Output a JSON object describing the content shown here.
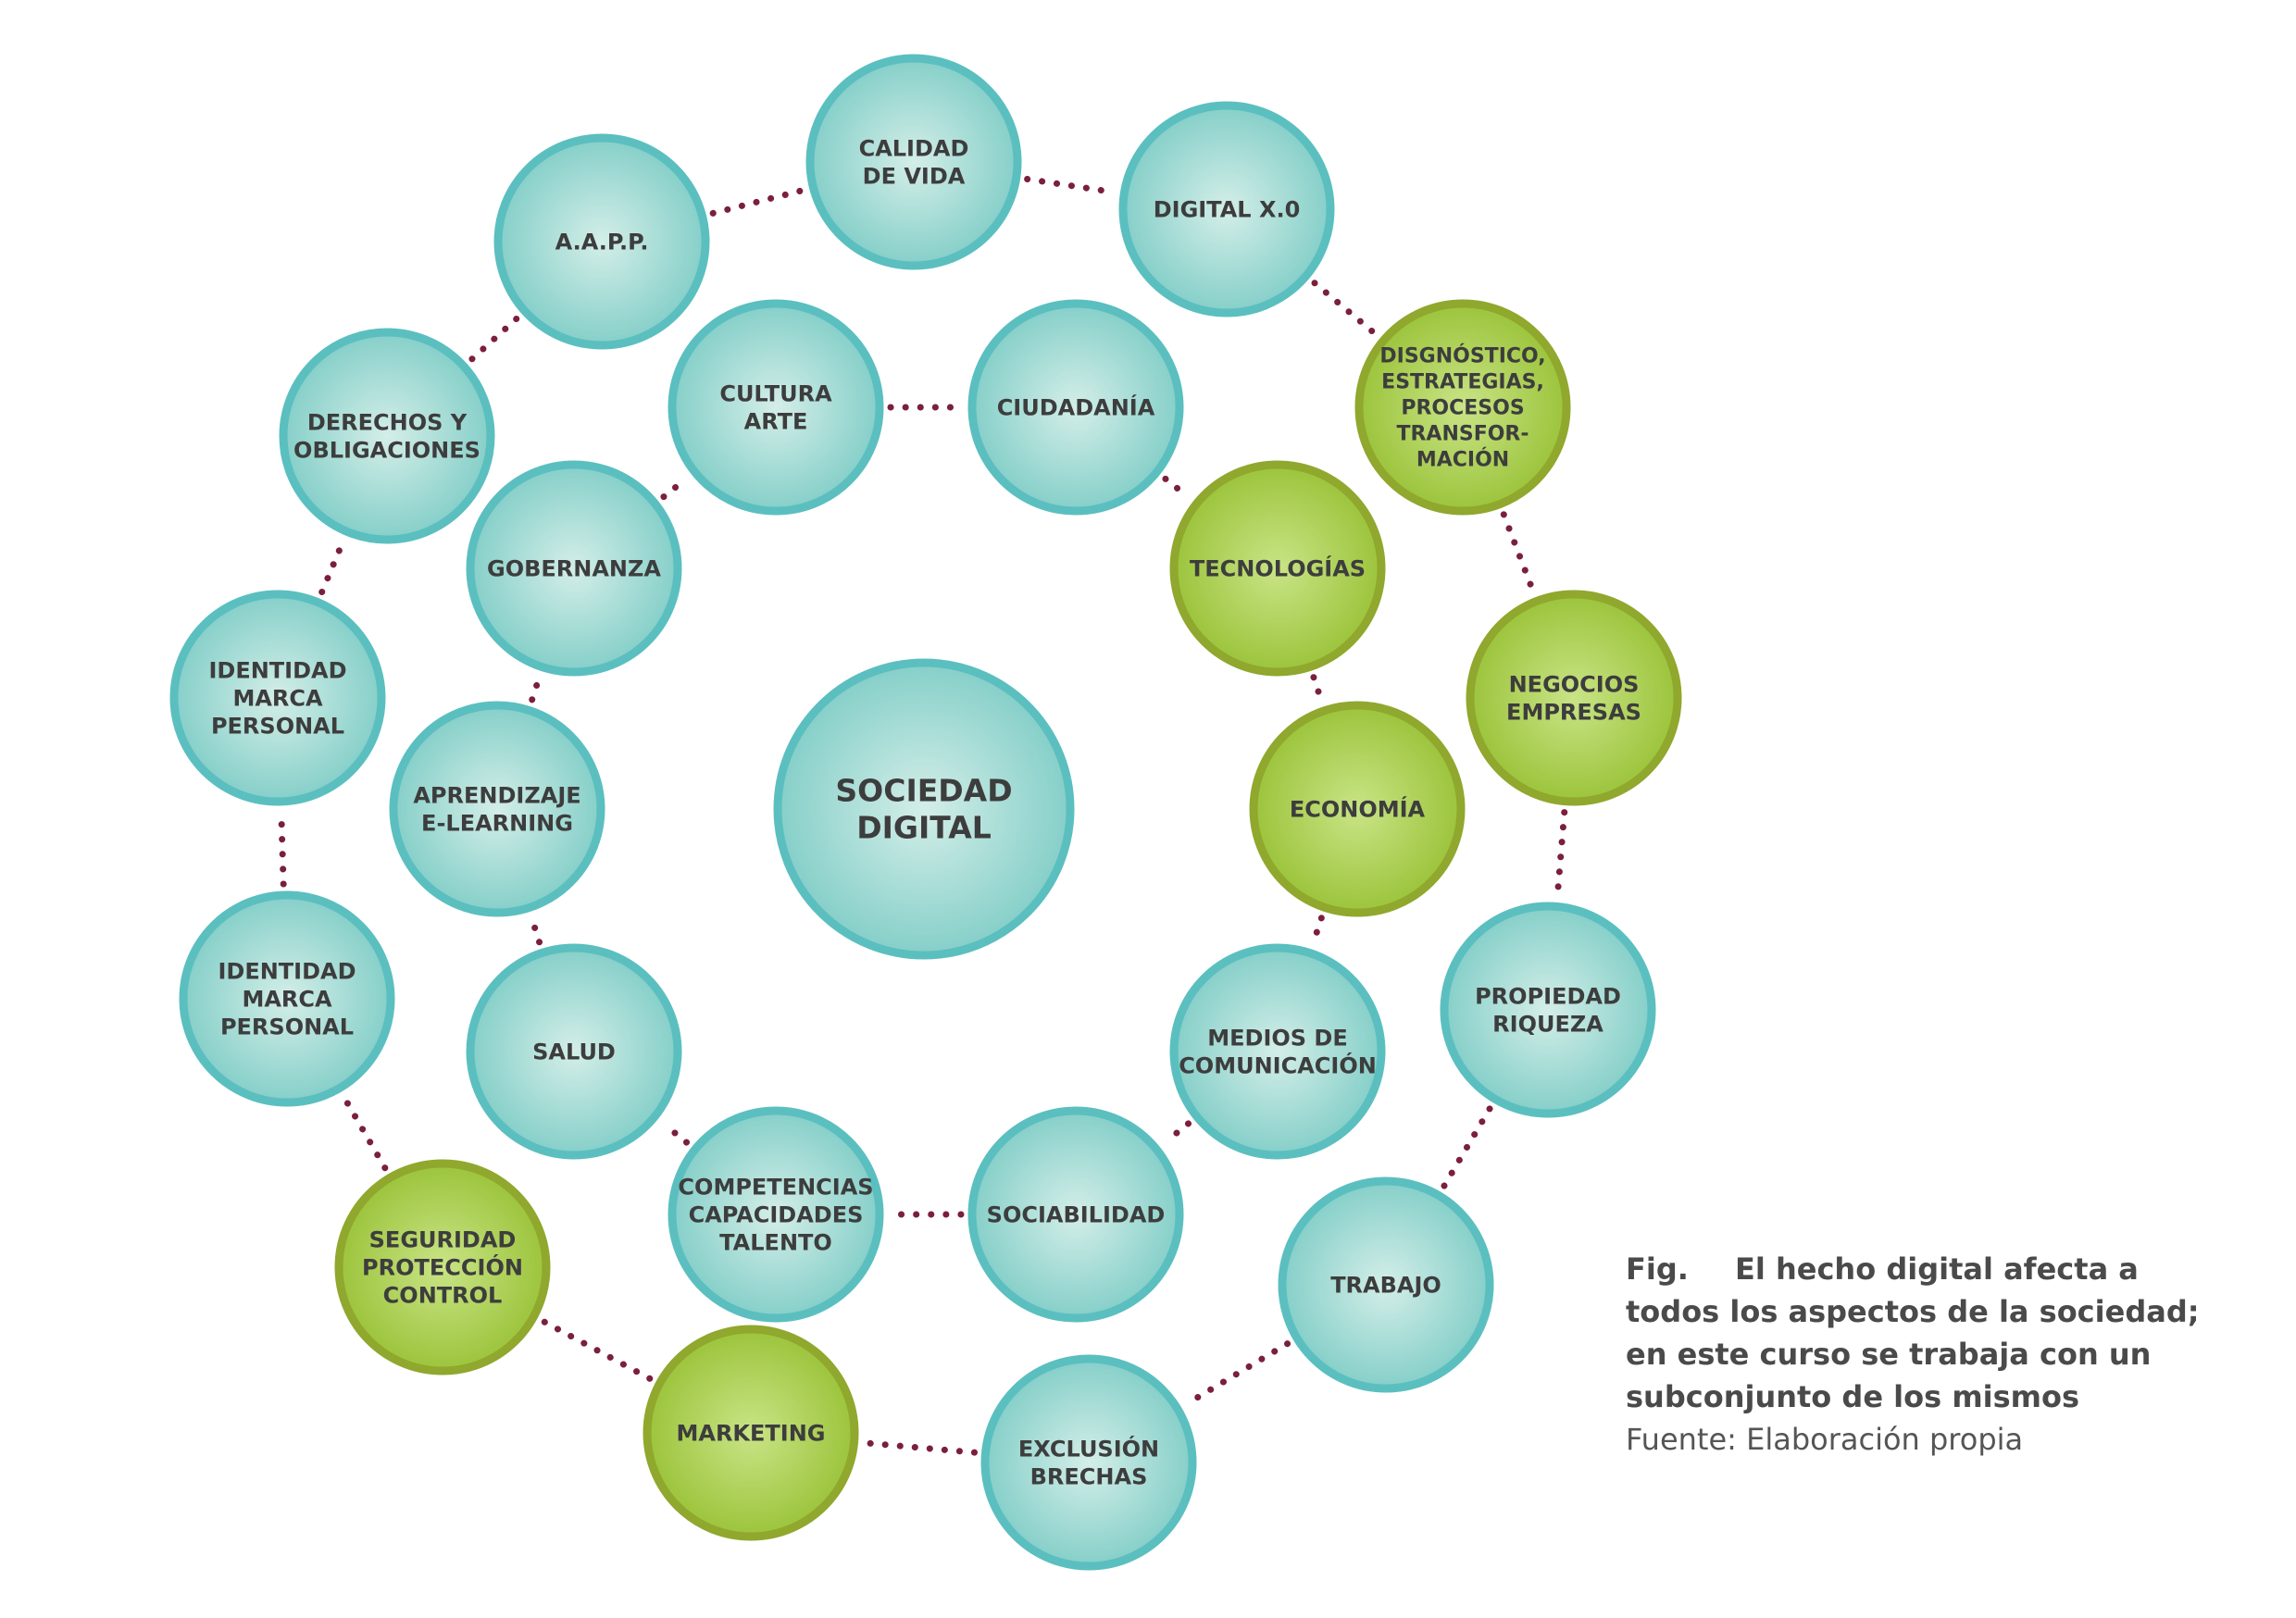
{
  "colors": {
    "teal_fill_center": "#d4eee8",
    "teal_fill_edge": "#86cfc9",
    "teal_border": "#5bbfbf",
    "green_fill_center": "#c9e486",
    "green_fill_edge": "#9cc43c",
    "green_border": "#8fa82d",
    "connector": "#7a1f3d",
    "label": "#3d3d3d"
  },
  "center": {
    "id": "center",
    "lines": [
      "SOCIEDAD",
      "DIGITAL"
    ],
    "variant": "teal"
  },
  "inner_ring": [
    {
      "id": "cultura",
      "lines": [
        "CULTURA",
        "ARTE"
      ],
      "variant": "teal"
    },
    {
      "id": "ciudadania",
      "lines": [
        "CIUDADANÍA"
      ],
      "variant": "teal"
    },
    {
      "id": "tecnologias",
      "lines": [
        "TECNOLOGÍAS"
      ],
      "variant": "green"
    },
    {
      "id": "economia",
      "lines": [
        "ECONOMÍA"
      ],
      "variant": "green"
    },
    {
      "id": "medios",
      "lines": [
        "MEDIOS DE",
        "COMUNICACIÓN"
      ],
      "variant": "teal"
    },
    {
      "id": "sociabilidad",
      "lines": [
        "SOCIABILIDAD"
      ],
      "variant": "teal"
    },
    {
      "id": "competencias",
      "lines": [
        "COMPETENCIAS",
        "CAPACIDADES",
        "TALENTO"
      ],
      "variant": "teal"
    },
    {
      "id": "salud",
      "lines": [
        "SALUD"
      ],
      "variant": "teal"
    },
    {
      "id": "aprendizaje",
      "lines": [
        "APRENDIZAJE",
        "E-LEARNING"
      ],
      "variant": "teal"
    },
    {
      "id": "gobernanza",
      "lines": [
        "GOBERNANZA"
      ],
      "variant": "teal"
    }
  ],
  "outer_ring": [
    {
      "id": "calidad",
      "lines": [
        "CALIDAD",
        "DE VIDA"
      ],
      "variant": "teal"
    },
    {
      "id": "digital-x0",
      "lines": [
        "DIGITAL X.0"
      ],
      "variant": "teal"
    },
    {
      "id": "disgnostico",
      "lines": [
        "DISGNÓSTICO,",
        "ESTRATEGIAS,",
        "PROCESOS",
        "TRANSFOR-",
        "MACIÓN"
      ],
      "variant": "green"
    },
    {
      "id": "negocios",
      "lines": [
        "NEGOCIOS",
        "EMPRESAS"
      ],
      "variant": "green"
    },
    {
      "id": "propiedad",
      "lines": [
        "PROPIEDAD",
        "RIQUEZA"
      ],
      "variant": "teal"
    },
    {
      "id": "trabajo",
      "lines": [
        "TRABAJO"
      ],
      "variant": "teal"
    },
    {
      "id": "exclusion",
      "lines": [
        "EXCLUSIÓN",
        "BRECHAS"
      ],
      "variant": "teal"
    },
    {
      "id": "marketing",
      "lines": [
        "MARKETING"
      ],
      "variant": "green"
    },
    {
      "id": "seguridad",
      "lines": [
        "SEGURIDAD",
        "PROTECCIÓN",
        "CONTROL"
      ],
      "variant": "green"
    },
    {
      "id": "identidad-2",
      "lines": [
        "IDENTIDAD",
        "MARCA",
        "PERSONAL"
      ],
      "variant": "teal"
    },
    {
      "id": "identidad-1",
      "lines": [
        "IDENTIDAD",
        "MARCA",
        "PERSONAL"
      ],
      "variant": "teal"
    },
    {
      "id": "derechos",
      "lines": [
        "DERECHOS Y",
        "OBLIGACIONES"
      ],
      "variant": "teal"
    },
    {
      "id": "aapp",
      "lines": [
        "A.A.P.P."
      ],
      "variant": "teal"
    }
  ],
  "caption": {
    "fig_label": "Fig.",
    "title_line1": "El hecho digital afecta a",
    "title_line2": "todos los aspectos de la sociedad;",
    "title_line3": "en este curso se trabaja con un",
    "title_line4": "subconjunto de los mismos",
    "source": "Fuente: Elaboración propia"
  }
}
